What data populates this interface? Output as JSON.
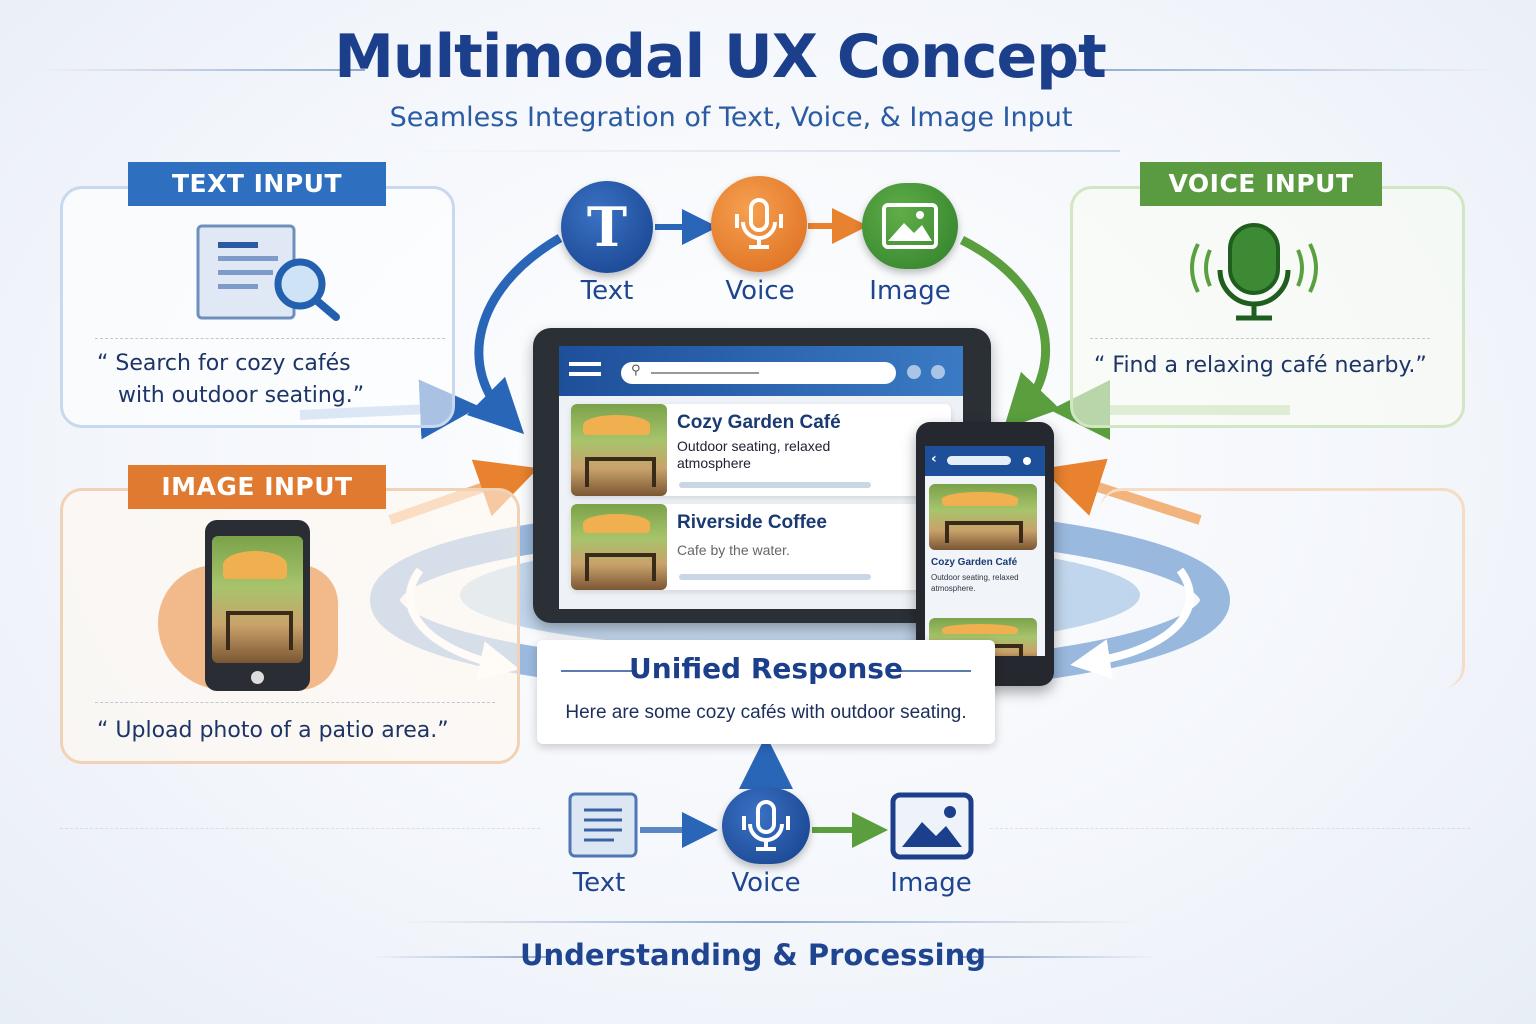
{
  "title": "Multimodal UX Concept",
  "subtitle": "Seamless Integration of Text, Voice, & Image Input",
  "panels": {
    "text": {
      "header": "TEXT INPUT",
      "quote_line1": "Search for cozy cafés",
      "quote_line2": "with outdoor seating.",
      "icon": "document-search-icon",
      "color": "#2f6fc0"
    },
    "image": {
      "header": "IMAGE INPUT",
      "quote": "Upload photo of a patio area.",
      "icon": "phone-photo-icon",
      "color": "#e07a30"
    },
    "voice": {
      "header": "VOICE INPUT",
      "quote": "Find a relaxing café nearby.",
      "icon": "microphone-icon",
      "color": "#5a9a40"
    }
  },
  "top_modes": [
    {
      "label": "Text",
      "glyph": "T"
    },
    {
      "label": "Voice"
    },
    {
      "label": "Image"
    }
  ],
  "tablet": {
    "results": [
      {
        "name": "Cozy Garden Café",
        "desc": "Outdoor seating, relaxed atmosphere"
      },
      {
        "name": "Riverside Coffee",
        "desc": "Cafe by the water."
      }
    ]
  },
  "phone": {
    "result": {
      "name": "Cozy Garden Café",
      "desc_line1": "Outdoor seating, relaxed",
      "desc_line2": "atmosphere."
    }
  },
  "response": {
    "title": "Unified Response",
    "text": "Here are some cozy cafés with outdoor seating."
  },
  "bottom_modes": [
    {
      "label": "Text"
    },
    {
      "label": "Voice"
    },
    {
      "label": "Image"
    }
  ],
  "footer": "Understanding & Processing",
  "colors": {
    "blue": "#1f4fa0",
    "orange": "#e8822e",
    "green": "#4e9a3a"
  }
}
